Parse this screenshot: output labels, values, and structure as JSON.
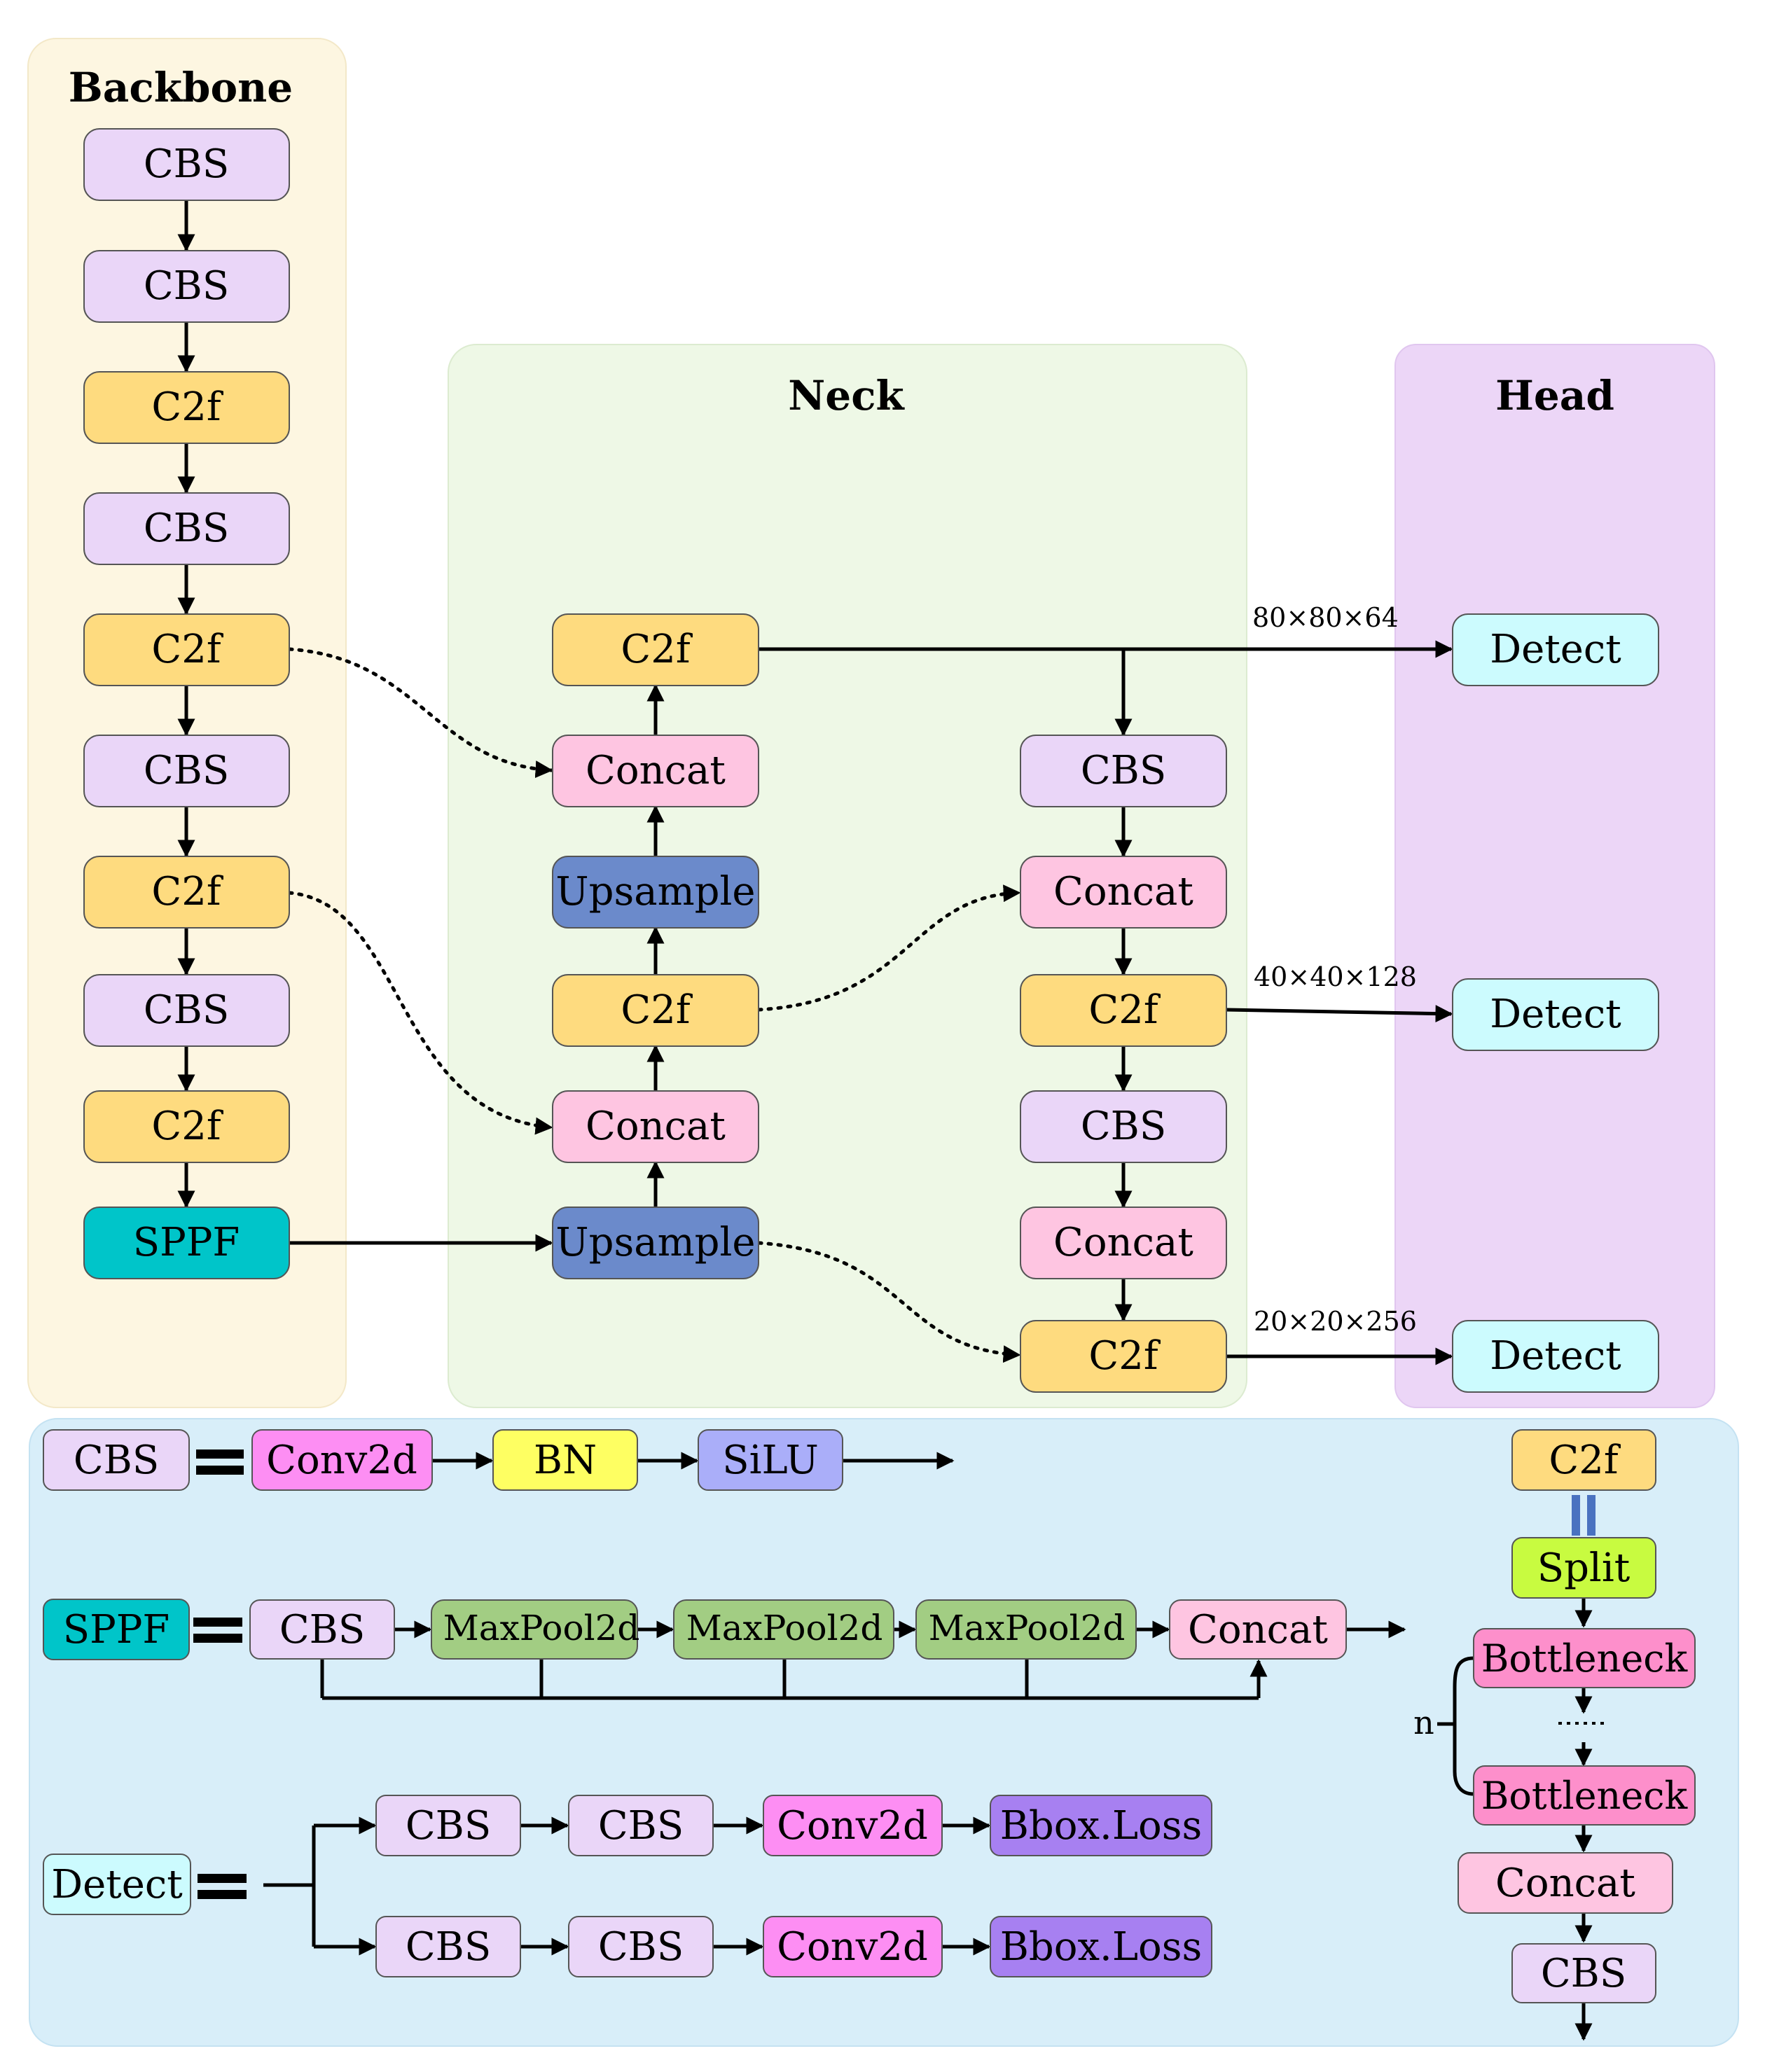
{
  "sections": {
    "backbone_title": "Backbone",
    "neck_title": "Neck",
    "head_title": "Head"
  },
  "backbone": {
    "b1": "CBS",
    "b2": "CBS",
    "b3": "C2f",
    "b4": "CBS",
    "b5": "C2f",
    "b6": "CBS",
    "b7": "C2f",
    "b8": "CBS",
    "b9": "C2f",
    "b10": "SPPF"
  },
  "neck": {
    "n_c2f_top": "C2f",
    "n_concat1": "Concat",
    "n_up1": "Upsample",
    "n_c2f_mid": "C2f",
    "n_concat2": "Concat",
    "n_up2": "Upsample",
    "r_cbs1": "CBS",
    "r_concat1": "Concat",
    "r_c2f1": "C2f",
    "r_cbs2": "CBS",
    "r_concat2": "Concat",
    "r_c2f2": "C2f"
  },
  "head": {
    "detect1": "Detect",
    "detect2": "Detect",
    "detect3": "Detect",
    "dim1": "80×80×64",
    "dim2": "40×40×128",
    "dim3": "20×20×256"
  },
  "legend": {
    "cbs": {
      "name": "CBS",
      "conv": "Conv2d",
      "bn": "BN",
      "silu": "SiLU"
    },
    "sppf": {
      "name": "SPPF",
      "cbs": "CBS",
      "pool1": "MaxPool2d",
      "pool2": "MaxPool2d",
      "pool3": "MaxPool2d",
      "concat": "Concat"
    },
    "detect": {
      "name": "Detect",
      "row1": {
        "cbs1": "CBS",
        "cbs2": "CBS",
        "conv": "Conv2d",
        "loss": "Bbox.Loss"
      },
      "row2": {
        "cbs1": "CBS",
        "cbs2": "CBS",
        "conv": "Conv2d",
        "loss": "Bbox.Loss"
      }
    },
    "c2f": {
      "name": "C2f",
      "split": "Split",
      "bottleneck1": "Bottleneck",
      "bottleneck2": "Bottleneck",
      "concat": "Concat",
      "cbs": "CBS",
      "n_label": "n"
    }
  },
  "colors": {
    "backbone_bg": "#fdf6e1",
    "neck_bg": "#eef8e6",
    "head_bg": "#ecd6f7",
    "legend_bg": "#d8eef9",
    "cbs": "#ead6f8",
    "c2f": "#fedb7f",
    "sppf": "#00c5c9",
    "upsample": "#6b8acb",
    "concat": "#fec5e1",
    "detect": "#ccfbfe",
    "conv2d": "#fd8ef3",
    "bn": "#feff62",
    "silu": "#aaaef9",
    "maxpool": "#a2cd83",
    "split": "#c8fb40",
    "bottleneck": "#fd8fcb",
    "bbox_loss": "#a780f1"
  }
}
